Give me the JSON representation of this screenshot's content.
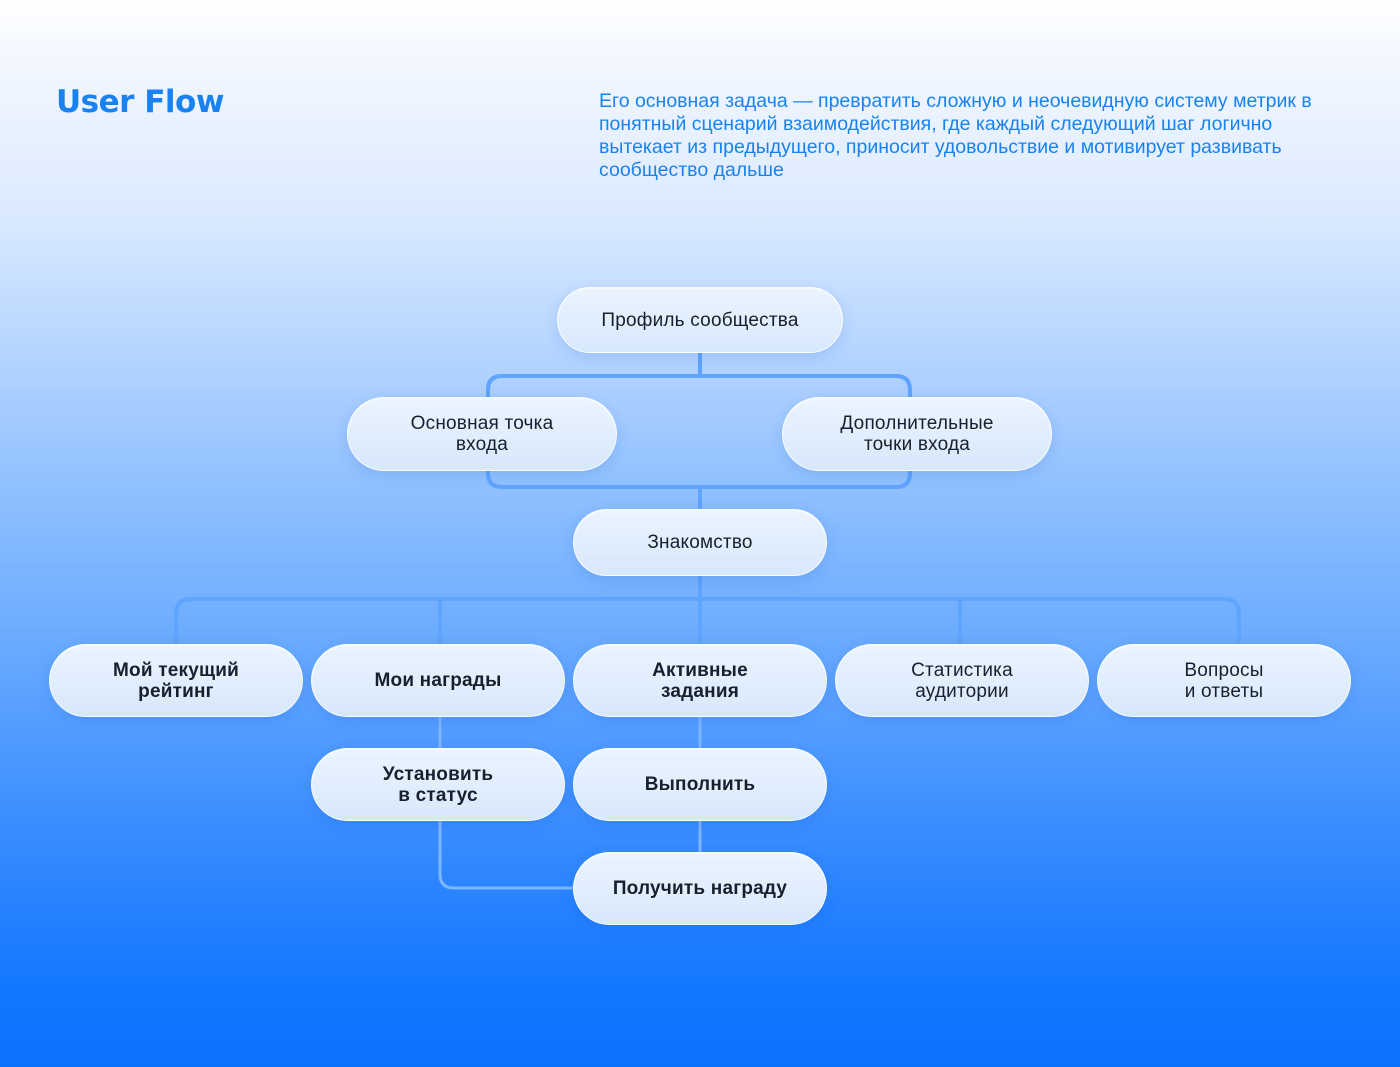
{
  "header": {
    "title": "User Flow",
    "description": "Его основная задача — превратить сложную и неочевидную систему метрик в понятный сценарий взаимодействия, где каждый следующий шаг логично вытекает из предыдущего, приносит удовольствие и мотивирует развивать сообщество дальше"
  },
  "colors": {
    "accent": "#1a82f0",
    "connector": "#5fa4ff",
    "node_fill": "#e2eefc",
    "node_text": "#17202c"
  },
  "flow": {
    "profile": "Профиль сообщества",
    "main_entry": "Основная точка\nвхода",
    "extra_entries": "Дополнительные\nточки входа",
    "acquaintance": "Знакомство",
    "my_rating": "Мой текущий\nрейтинг",
    "my_awards": "Мои награды",
    "active_tasks": "Активные\nзадания",
    "audience_stats": "Статистика\nаудитории",
    "faq": "Вопросы\nи ответы",
    "set_status": "Установить\nв статус",
    "complete": "Выполнить",
    "get_award": "Получить награду"
  }
}
